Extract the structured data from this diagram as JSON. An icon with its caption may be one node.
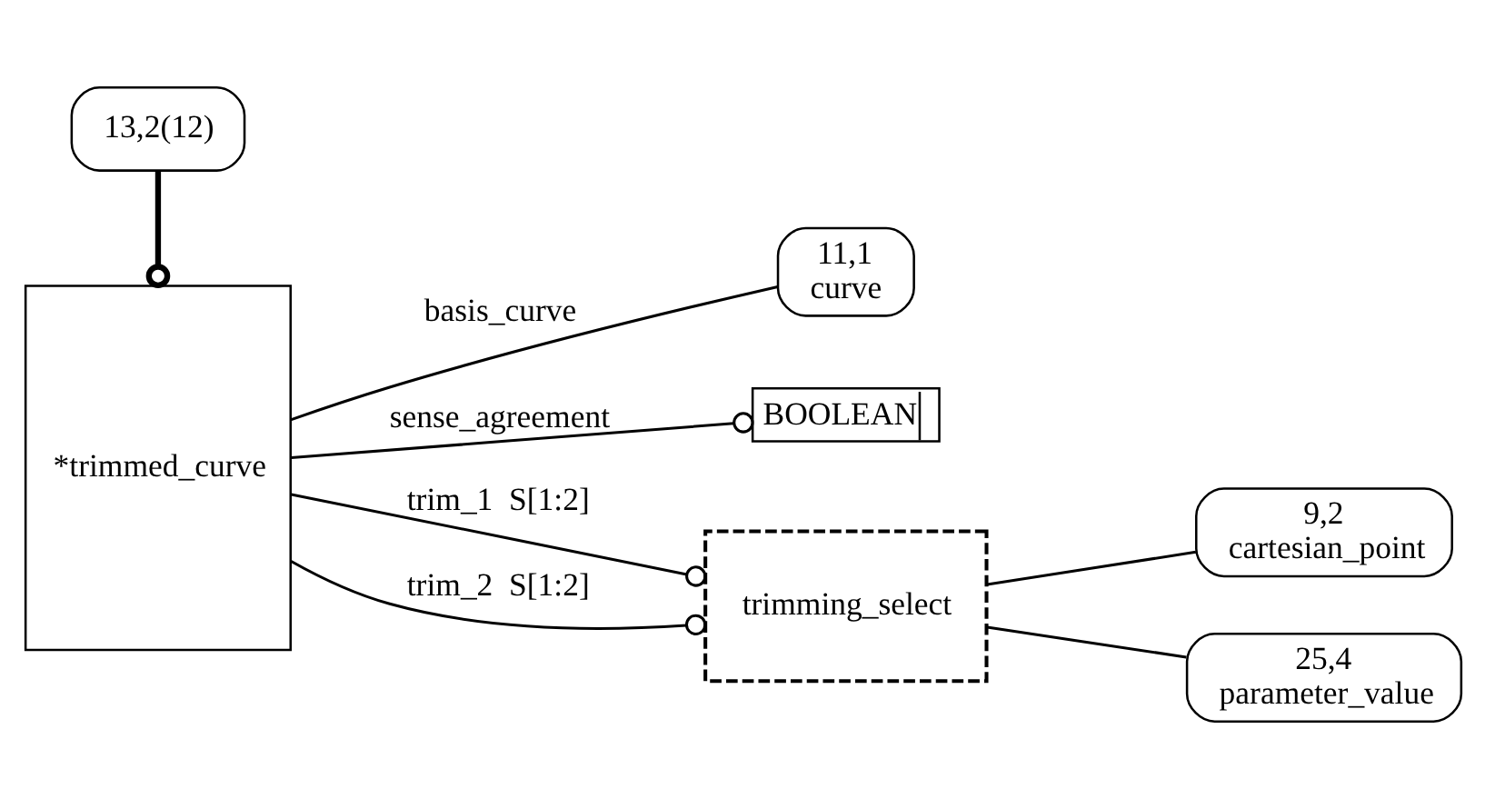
{
  "diagram": {
    "nodes": [
      {
        "text": [
          "13,2(12)"
        ]
      },
      {
        "text": [
          "*trimmed_curve"
        ]
      },
      {
        "text": [
          "11,1",
          "curve"
        ]
      },
      {
        "text": [
          "BOOLEAN"
        ]
      },
      {
        "text": [
          "trimming_select"
        ]
      },
      {
        "text": [
          "9,2",
          "cartesian_point"
        ]
      },
      {
        "text": [
          "25,4",
          "parameter_value"
        ]
      }
    ],
    "edges": [
      {
        "from": 0,
        "to": 1,
        "arrow": "other",
        "style": "thick"
      },
      {
        "from": 1,
        "to": 2,
        "arrow": "none",
        "label": "basis_curve"
      },
      {
        "from": 1,
        "to": 3,
        "arrow": "other",
        "label": "sense_agreement"
      },
      {
        "from": 1,
        "to": 4,
        "arrow": "other",
        "label": "trim_1  S[1:2]"
      },
      {
        "from": 1,
        "to": 4,
        "arrow": "other",
        "label": "trim_2  S[1:2]"
      },
      {
        "from": 4,
        "to": 5,
        "arrow": "none"
      },
      {
        "from": 4,
        "to": 6,
        "arrow": "none"
      }
    ]
  }
}
